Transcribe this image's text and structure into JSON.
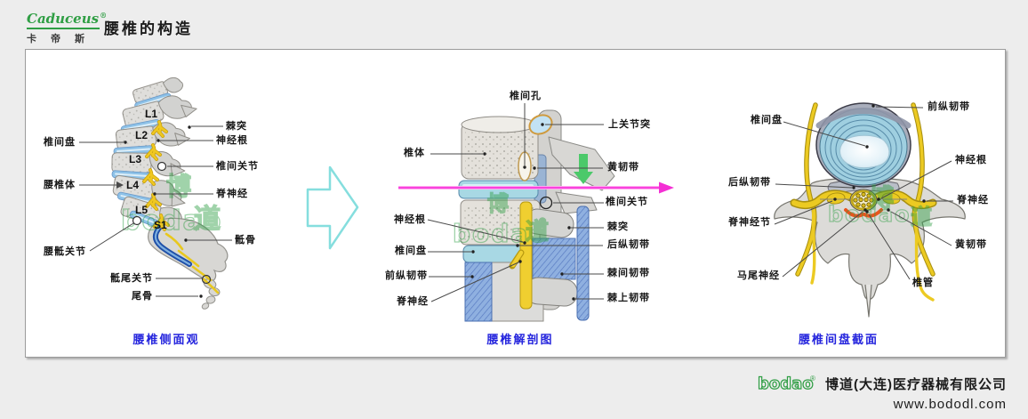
{
  "colors": {
    "caption_blue": "#2424dd",
    "brand_green": "#2f9e44",
    "magenta_line": "#f943dd",
    "arrow_green": "#4cc96a",
    "transition_cyan": "#85dede",
    "disc_blue": "#9fcfe0",
    "nerve_yellow": "#ecca22",
    "ligament_blue": "#8fb0e0",
    "bone_gray": "#dcdbd8"
  },
  "header": {
    "brand_script": "Caduceus",
    "brand_reg": "®",
    "brand_cn": "卡帝斯",
    "title": "腰椎的构造"
  },
  "board": {
    "panel1": {
      "caption": "腰椎侧面观",
      "levels": [
        "L1",
        "L2",
        "L3",
        "L4",
        "L5",
        "S1"
      ],
      "labels_left": [
        "椎间盘",
        "腰椎体",
        "腰骶关节",
        "骶尾关节",
        "尾骨"
      ],
      "labels_right": [
        "棘突",
        "神经根",
        "椎间关节",
        "脊神经",
        "骶骨"
      ]
    },
    "panel2": {
      "caption": "腰椎解剖图",
      "label_top": "椎间孔",
      "labels_left": [
        "椎体",
        "神经根",
        "椎间盘",
        "前纵韧带",
        "脊神经"
      ],
      "labels_right": [
        "上关节突",
        "黄韧带",
        "椎间关节",
        "棘突",
        "后纵韧带",
        "棘间韧带",
        "棘上韧带"
      ]
    },
    "panel3": {
      "caption": "腰椎间盘截面",
      "labels_left": [
        "椎间盘",
        "后纵韧带",
        "脊神经节",
        "马尾神经"
      ],
      "labels_right": [
        "前纵韧带",
        "神经根",
        "脊神经",
        "黄韧带",
        "椎管"
      ]
    }
  },
  "watermark": {
    "latin": "bodao",
    "reg": "®",
    "char_bo": "博",
    "char_dao": "道"
  },
  "footer": {
    "logo": "bodao",
    "reg": "®",
    "company": "博道(大连)医疗器械有限公司",
    "website": "www.bododl.com"
  }
}
